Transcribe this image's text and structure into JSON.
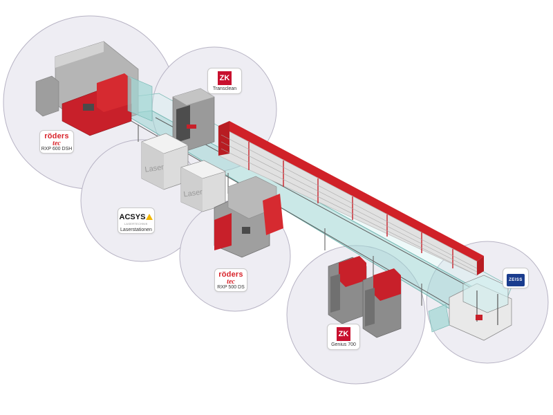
{
  "colors": {
    "machine_red": "#c8202a",
    "machine_gray": "#a8a8a8",
    "glass_teal": "#9fd6d3",
    "circle_fill": "#eeedf3",
    "circle_stroke": "#b7b3c4"
  },
  "stations": [
    {
      "id": "roeders-600",
      "logo": "röders tec",
      "caption": "RXP 600 DSH"
    },
    {
      "id": "transclean",
      "logo": "ZK",
      "caption": "Transclean"
    },
    {
      "id": "acsys",
      "logo": "ACSYS",
      "logo_sub": "LASERTECHNIK",
      "caption": "Laserstationen"
    },
    {
      "id": "roeders-500",
      "logo": "röders tec",
      "caption": "RXP 500 DS"
    },
    {
      "id": "genius",
      "logo": "ZK",
      "caption": "Genius 700"
    },
    {
      "id": "zeiss",
      "logo": "ZEISS",
      "caption": ""
    }
  ],
  "machine_labels": {
    "laser_1": "Laser",
    "laser_2": "Laser"
  }
}
